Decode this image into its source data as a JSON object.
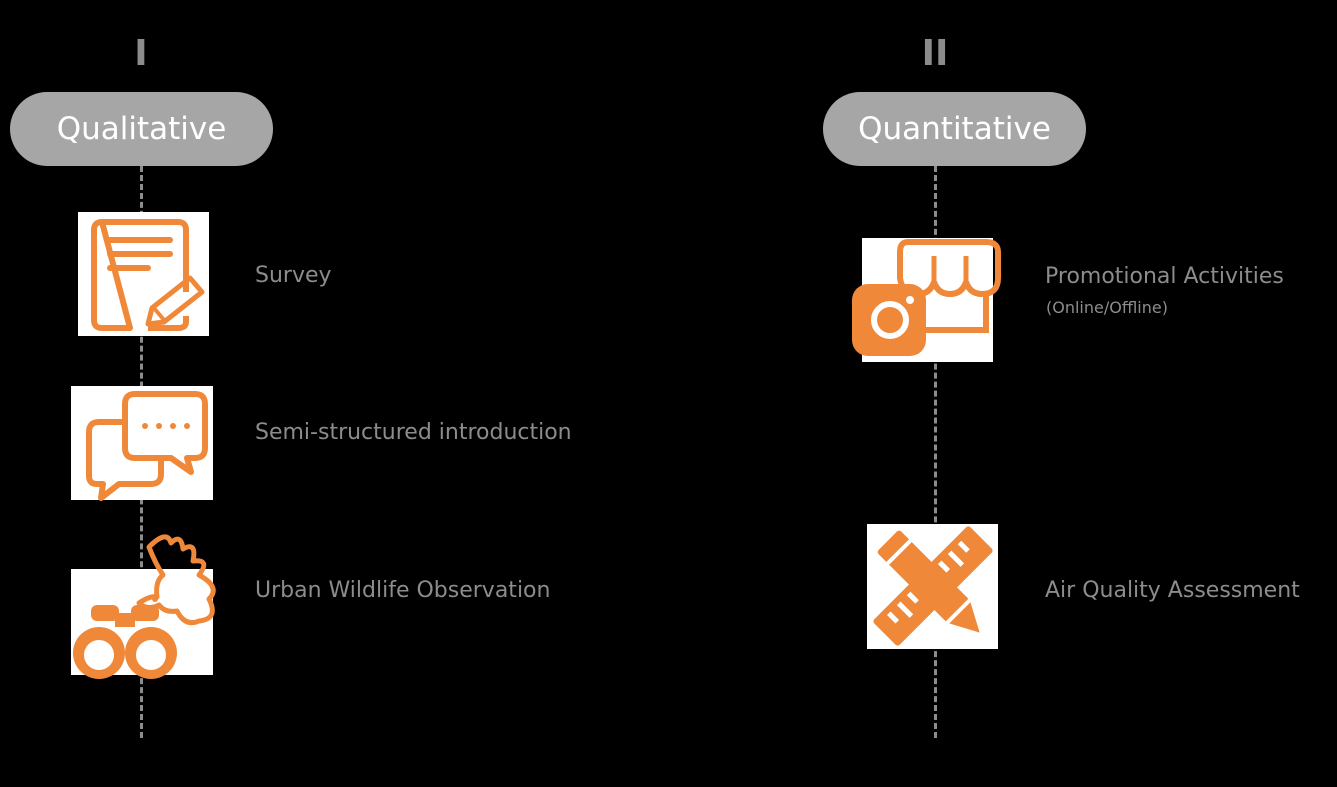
{
  "colors": {
    "background": "#000000",
    "accent_orange": "#f0883a",
    "pill_gray": "#a6a6a6",
    "text_gray": "#8c8c8c",
    "icon_box": "#ffffff"
  },
  "columns": [
    {
      "numeral": "I",
      "heading": "Qualitative",
      "items": [
        {
          "icon": "survey-document-pencil-icon",
          "label": "Survey"
        },
        {
          "icon": "speech-bubbles-icon",
          "label": "Semi-structured introduction"
        },
        {
          "icon": "binoculars-bird-icon",
          "label": "Urban Wildlife Observation"
        }
      ]
    },
    {
      "numeral": "II",
      "heading": "Quantitative",
      "items": [
        {
          "icon": "shop-camera-icon",
          "label": "Promotional Activities",
          "sublabel": "(Online/Offline)"
        },
        {
          "icon": "ruler-pencil-icon",
          "label": "Air Quality Assessment"
        }
      ]
    }
  ]
}
